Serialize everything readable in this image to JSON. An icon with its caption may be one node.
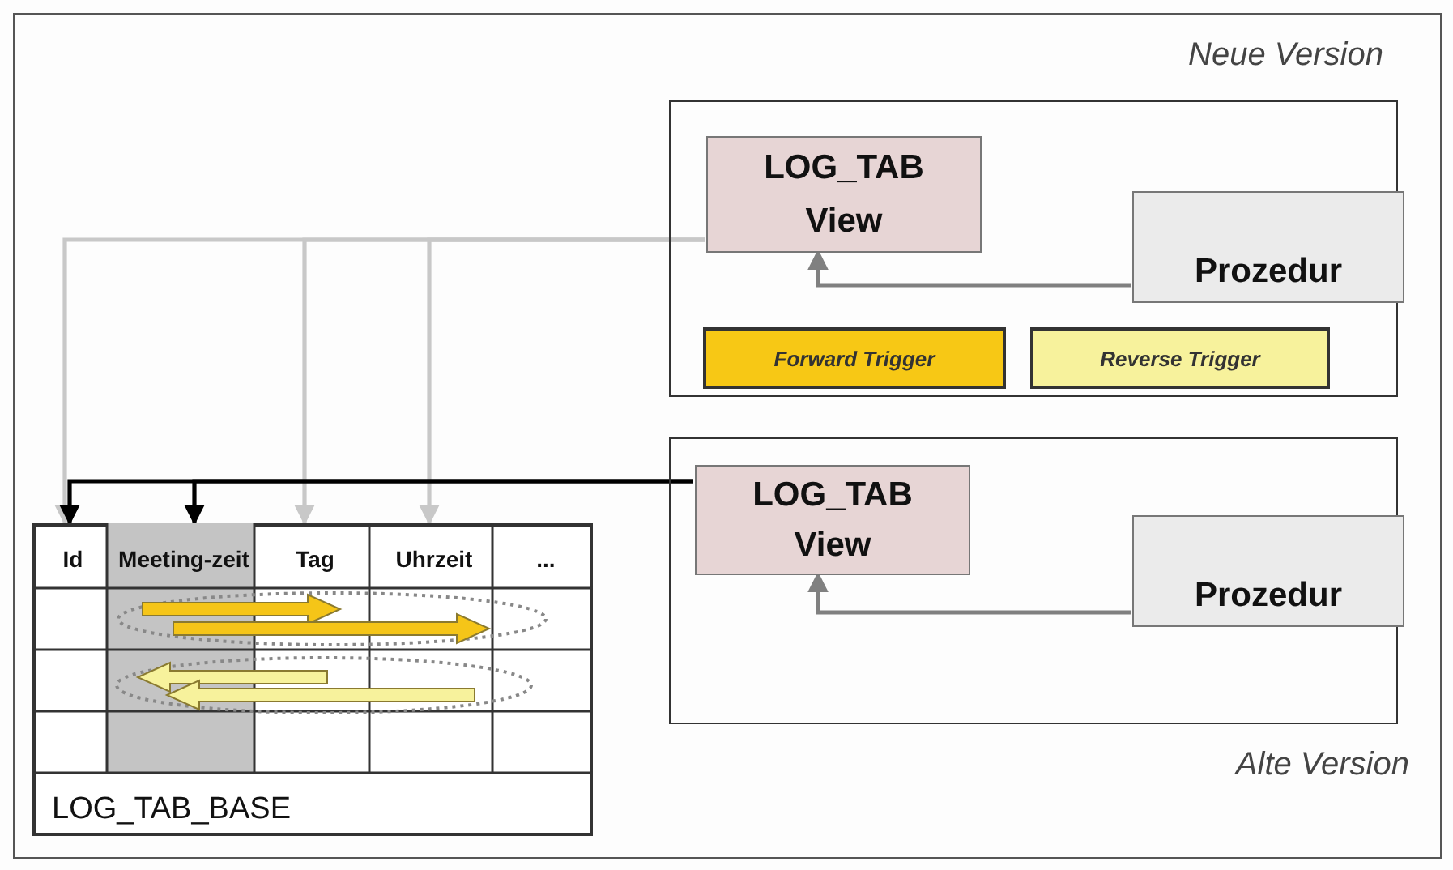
{
  "diagram": {
    "nodes": [
      {
        "text": [
          "Neue Version"
        ]
      },
      {
        "text": [
          "LOG_TAB",
          "View"
        ],
        "in": 0
      },
      {
        "text": [
          "Prozedur"
        ],
        "in": 0
      },
      {
        "text": [
          "Forward Trigger"
        ],
        "in": 0
      },
      {
        "text": [
          "Reverse Trigger"
        ],
        "in": 0
      },
      {
        "text": [
          "Alte Version"
        ]
      },
      {
        "text": [
          "LOG_TAB",
          "View"
        ],
        "in": 5
      },
      {
        "text": [
          "Prozedur"
        ],
        "in": 5
      },
      {
        "text": [
          "LOG_TAB_BASE"
        ]
      },
      {
        "text": [
          "Id"
        ],
        "in": 8
      },
      {
        "text": [
          "Meeting-zeit"
        ],
        "in": 8
      },
      {
        "text": [
          "Tag"
        ],
        "in": 8
      },
      {
        "text": [
          "Uhrzeit"
        ],
        "in": 8
      },
      {
        "text": [
          "..."
        ],
        "in": 8
      }
    ],
    "edges": [
      {
        "from": 2,
        "to": 1,
        "arrow": "to"
      },
      {
        "from": 7,
        "to": 6,
        "arrow": "to"
      },
      {
        "from": 1,
        "to": 9,
        "arrow": "to",
        "color": "#c8c8c8"
      },
      {
        "from": 1,
        "to": 11,
        "arrow": "to",
        "color": "#c8c8c8"
      },
      {
        "from": 1,
        "to": 12,
        "arrow": "to",
        "color": "#c8c8c8"
      },
      {
        "from": 6,
        "to": 9,
        "arrow": "to",
        "color": "#000000"
      },
      {
        "from": 6,
        "to": 10,
        "arrow": "to",
        "color": "#000000"
      },
      {
        "from": 10,
        "to": 11,
        "arrow": "to",
        "style": "thick",
        "color": "#f5c518"
      },
      {
        "from": 10,
        "to": 12,
        "arrow": "to",
        "style": "thick",
        "color": "#f5c518"
      },
      {
        "from": 11,
        "to": 10,
        "arrow": "to",
        "style": "thick",
        "color": "#f7f29c"
      },
      {
        "from": 12,
        "to": 10,
        "arrow": "to",
        "style": "thick",
        "color": "#f7f29c"
      }
    ]
  }
}
